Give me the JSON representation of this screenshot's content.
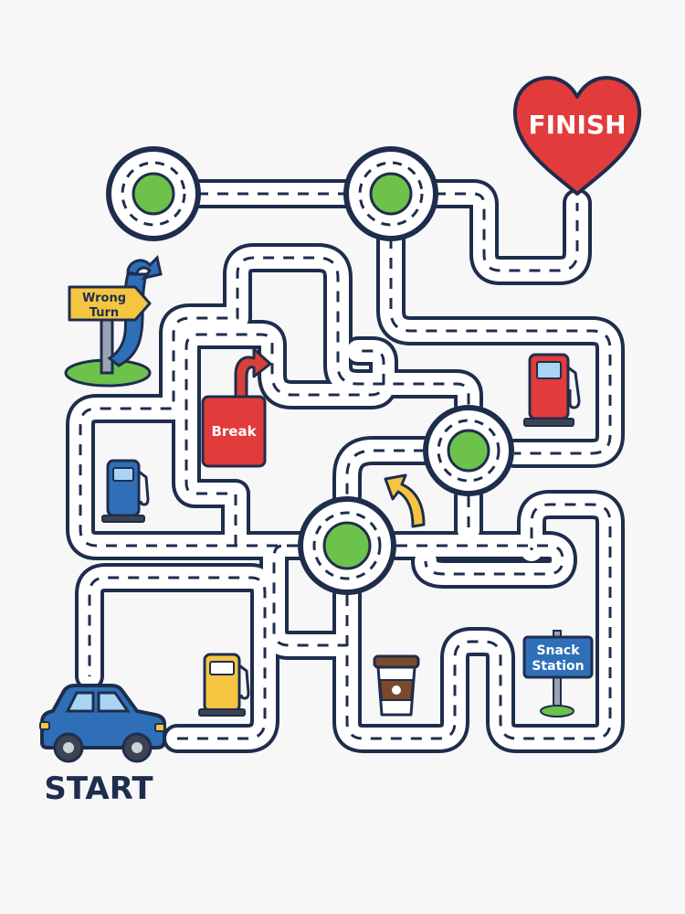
{
  "labels": {
    "start": "START",
    "finish": "FINISH",
    "wrong_turn_line1": "Wrong",
    "wrong_turn_line2": "Turn",
    "break": "Break",
    "snack_line1": "Snack",
    "snack_line2": "Station"
  },
  "icons": {
    "car": "car-icon",
    "heart": "heart-icon",
    "sign": "signpost-icon",
    "fuel": "fuel-pump-icon",
    "coffee": "coffee-cup-icon",
    "arrow": "curved-arrow-icon",
    "roundabout": "roundabout-icon"
  },
  "colors": {
    "road_outline": "#1f2d4d",
    "road_fill": "#ffffff",
    "roundabout_center": "#6cc24a",
    "heart": "#e23b3b",
    "car": "#2f6fb8",
    "sign": "#f5c542",
    "pump_red": "#e23b3b",
    "pump_blue": "#2f6fb8",
    "pump_yellow": "#f5c542",
    "snack_sign": "#2f6fb8",
    "background": "#f7f7f8"
  }
}
